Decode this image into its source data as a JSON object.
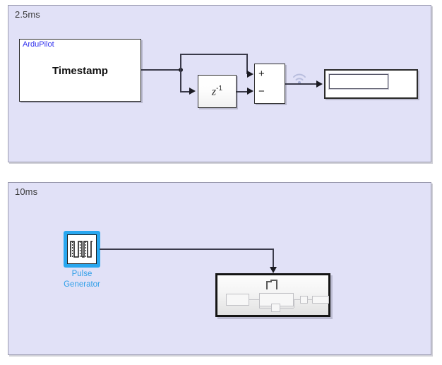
{
  "diagram": {
    "title": "Simulink rate-partition block diagram",
    "background_color": "#ffffff",
    "panel_color": "#e1e1f7",
    "panel_border_color": "#9b9bb0",
    "wire_color": "#3a3a4a",
    "selection_color": "#29a7ef"
  },
  "panels": [
    {
      "id": "panel-25ms",
      "label": "2.5ms",
      "blocks": [
        {
          "id": "ardupilot-timestamp",
          "type": "source-block",
          "sublabel": "ArduPilot",
          "sublabel_color": "#3333ee",
          "text": "Timestamp"
        },
        {
          "id": "unit-delay",
          "type": "unit-delay-block",
          "text_base": "z",
          "text_exponent": "-1"
        },
        {
          "id": "sum-block",
          "type": "sum-block",
          "port_plus": "+",
          "port_minus": "−"
        },
        {
          "id": "display-block",
          "type": "display-block",
          "value": ""
        }
      ],
      "annotations": [
        {
          "id": "rate-transition-marker",
          "icon": "wifi-broadcast-icon",
          "color": "#b9bede"
        }
      ]
    },
    {
      "id": "panel-10ms",
      "label": "10ms",
      "blocks": [
        {
          "id": "pulse-generator",
          "type": "pulse-generator-block",
          "name_line1": "Pulse",
          "name_line2": "Generator",
          "selected": true,
          "label_color": "#2f9fe8"
        },
        {
          "id": "triggered-subsystem",
          "type": "triggered-subsystem-block",
          "trigger_icon": "rising-pulse-trigger-icon",
          "text": ""
        }
      ]
    }
  ]
}
